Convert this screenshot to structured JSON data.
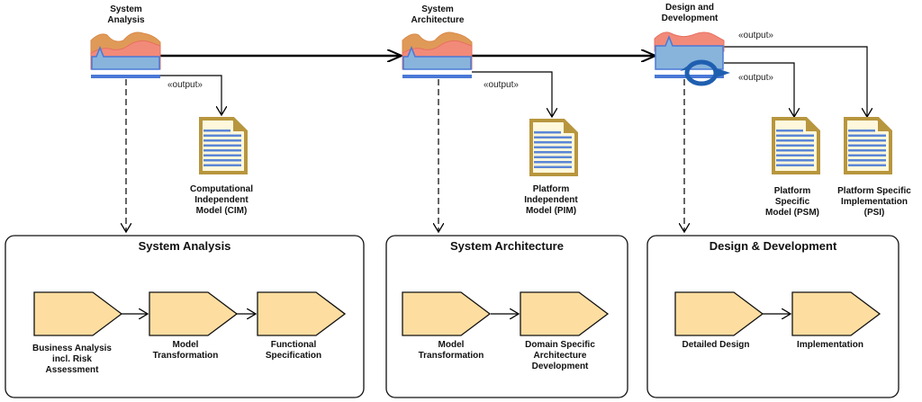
{
  "colors": {
    "process_top": "#e09a58",
    "process_mid": "#f28a7a",
    "process_bottom": "#88b4dc",
    "process_line": "#4a78d6",
    "doc_border": "#b8963e",
    "doc_fill": "#fff8dc",
    "doc_lines": "#5b86d6",
    "activity_fill": "#fddea0",
    "iteration_icon": "#1f5fb0"
  },
  "phases": [
    {
      "label": "System\nAnalysis"
    },
    {
      "label": "System\nArchitecture"
    },
    {
      "label": "Design and\nDevelopment"
    }
  ],
  "stereotype": "«output»",
  "artifacts": [
    {
      "label": "Computational\nIndependent\nModel (CIM)"
    },
    {
      "label": "Platform\nIndependent\nModel (PIM)"
    },
    {
      "label": "Platform\nSpecific\nModel (PSM)"
    },
    {
      "label": "Platform Specific\nImplementation\n(PSI)"
    }
  ],
  "packages": [
    {
      "title": "System Analysis",
      "activities": [
        "Business Analysis\nincl. Risk\nAssessment",
        "Model\nTransformation",
        "Functional\nSpecification"
      ]
    },
    {
      "title": "System Architecture",
      "activities": [
        "Model\nTransformation",
        "Domain Specific\nArchitecture\nDevelopment"
      ]
    },
    {
      "title": "Design & Development",
      "activities": [
        "Detailed Design",
        "Implementation"
      ]
    }
  ]
}
